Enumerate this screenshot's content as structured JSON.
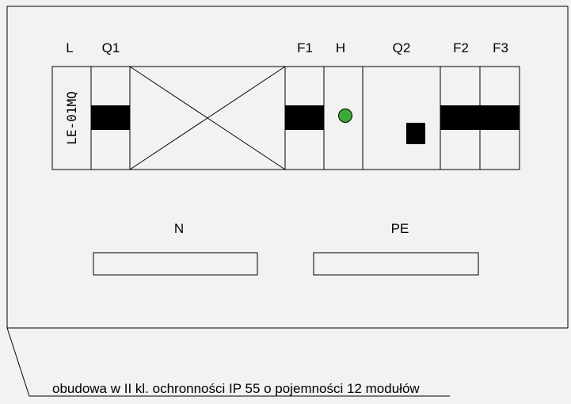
{
  "labels": {
    "L": "L",
    "Q1": "Q1",
    "F1": "F1",
    "H": "H",
    "Q2": "Q2",
    "F2": "F2",
    "F3": "F3",
    "N": "N",
    "PE": "PE"
  },
  "device_text": "LE-01MQ",
  "caption": "obudowa w II kl. ochronności IP 55 o pojemności 12 modułów",
  "colors": {
    "indicator_lamp": "#3aaa35",
    "background": "#f2f2f2",
    "stroke": "#000000"
  }
}
